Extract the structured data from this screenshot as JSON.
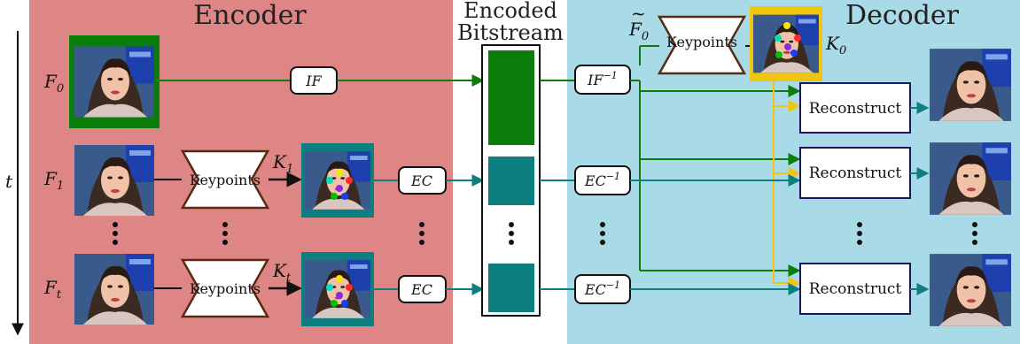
{
  "titles": {
    "encoder": "Encoder",
    "bitstream_line1": "Encoded",
    "bitstream_line2": "Bitstream",
    "decoder": "Decoder"
  },
  "axis": {
    "time": "t"
  },
  "frames": [
    {
      "base": "F",
      "sub": "0"
    },
    {
      "base": "F",
      "sub": "1"
    },
    {
      "base": "F",
      "sub": "t"
    }
  ],
  "keypoint_labels": [
    {
      "base": "K",
      "sub": "1"
    },
    {
      "base": "K",
      "sub": "t"
    },
    {
      "base": "K",
      "sub": "0"
    }
  ],
  "decoder_input": {
    "base": "F",
    "sub": "0",
    "accent": "~"
  },
  "blocks": {
    "keypoints": "Keypoints",
    "reconstruct": "Reconstruct",
    "intra_frame": "IF",
    "intra_frame_inverse": "IF",
    "entropy_coder": "EC",
    "entropy_coder_inverse": "EC",
    "inverse_sup": "−1"
  },
  "colors": {
    "encoder_bg": "#de8585",
    "decoder_bg": "#a9dae8",
    "intra_green": "#0a7d0a",
    "teal": "#0e7f80",
    "yellow": "#f1c40f",
    "keypoint_border": "#5a2a10",
    "reconstruct_border": "#1a1466",
    "kp_dots": [
      "#f5e600",
      "#00e0c0",
      "#ff2a2a",
      "#8a2be2",
      "#00c000",
      "#1a3cff"
    ]
  }
}
